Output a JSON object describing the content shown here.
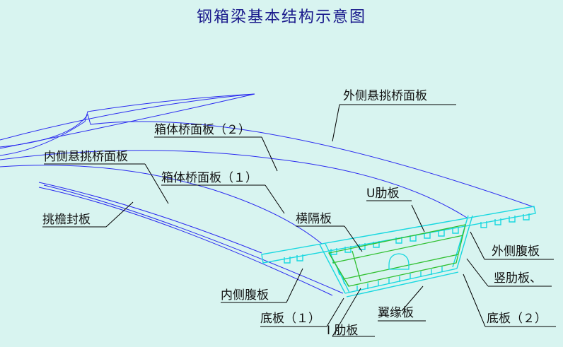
{
  "title": "钢箱梁基本结构示意图",
  "labels": {
    "outer_cantilever_deck": "外侧悬挑桥面板",
    "box_deck_2": "箱体桥面板（２）",
    "inner_cantilever_deck": "内侧悬挑桥面板",
    "box_deck_1": "箱体桥面板（１）",
    "eave_seal_plate": "挑檐封板",
    "u_rib": "U肋板",
    "diaphragm": "横隔板",
    "outer_web": "外侧腹板",
    "vertical_rib": "竖肋板、",
    "inner_web": "内侧腹板",
    "bottom_plate_1": "底板（１）",
    "flange_plate": "翼缘板",
    "bottom_plate_2": "底板（２）",
    "i_rib": "I 肋板"
  },
  "colors": {
    "background": "#d8f4f0",
    "girder_lines": "#2a2af0",
    "section_outline": "#18d8e0",
    "diaphragm_lines": "#30c030",
    "leader_lines": "#000000",
    "title_text": "#1a1a8c"
  }
}
